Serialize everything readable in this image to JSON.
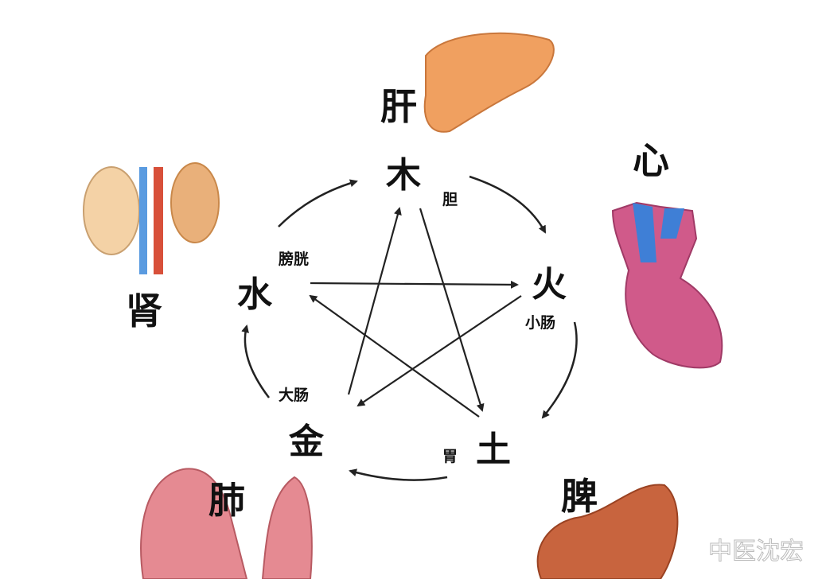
{
  "elements": {
    "wood": "木",
    "fire": "火",
    "earth": "土",
    "metal": "金",
    "water": "水"
  },
  "organs": {
    "liver": "肝",
    "heart": "心",
    "spleen": "脾",
    "lung": "肺",
    "kidney": "肾"
  },
  "fu": {
    "gallbladder": "胆",
    "small_intestine": "小肠",
    "stomach": "胃",
    "large_intestine": "大肠",
    "bladder": "膀胱"
  },
  "watermark": "中医沈宏"
}
